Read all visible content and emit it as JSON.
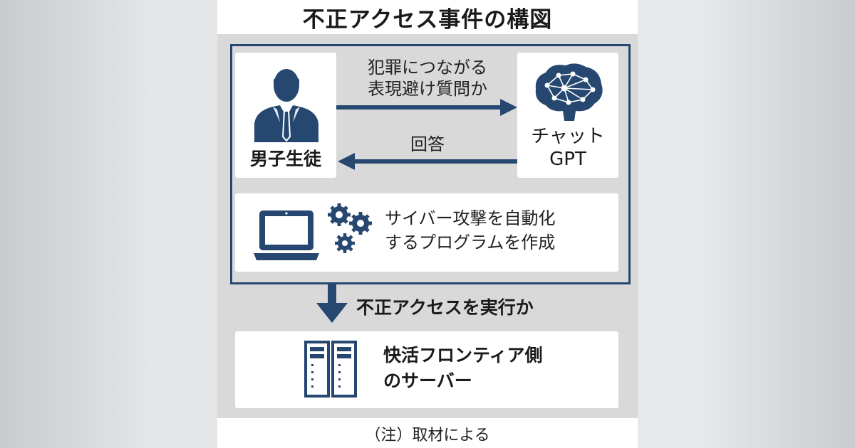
{
  "title": "不正アクセス事件の構図",
  "actors": {
    "student": "男子生徒",
    "gpt_line1": "チャット",
    "gpt_line2": "GPT"
  },
  "flows": {
    "question_line1": "犯罪につながる",
    "question_line2": "表現避け質問か",
    "answer": "回答"
  },
  "program": {
    "line1": "サイバー攻撃を自動化",
    "line2": "するプログラムを作成"
  },
  "execute": "不正アクセスを実行か",
  "server": {
    "line1": "快活フロンティア側",
    "line2": "のサーバー"
  },
  "note": "（注）取材による",
  "colors": {
    "accent": "#264870",
    "panel_gray": "#d9d9d9",
    "card": "#ffffff"
  },
  "icons": [
    "person-icon",
    "brain-network-icon",
    "laptop-icon",
    "gears-icon",
    "server-icon",
    "arrow-right-icon",
    "arrow-left-icon",
    "arrow-down-icon"
  ]
}
